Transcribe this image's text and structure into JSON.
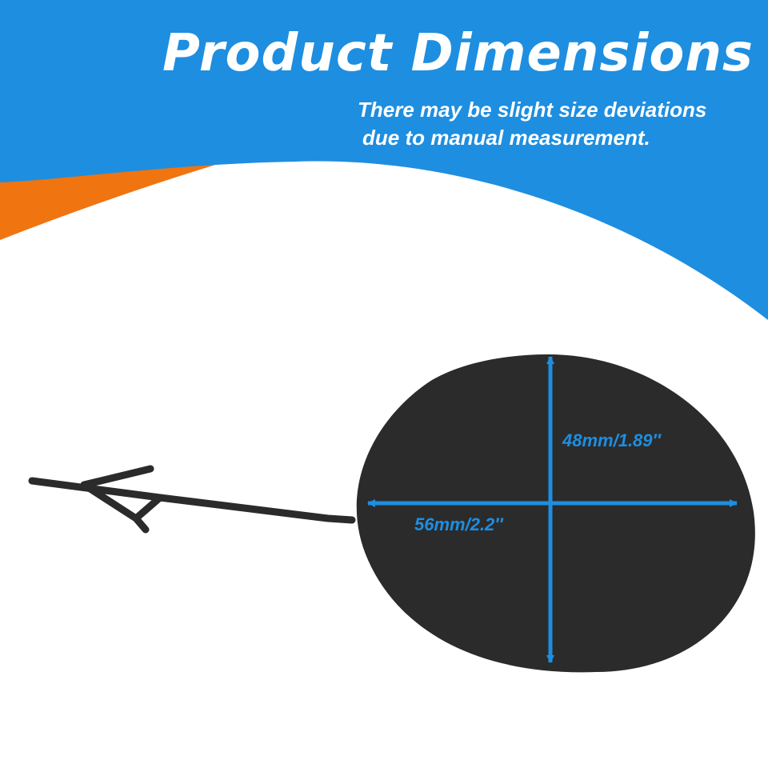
{
  "banner": {
    "title": "Product Dimensions",
    "subtitle_line1": "There may be slight size deviations",
    "subtitle_line2": "due to manual measurement."
  },
  "dimensions": {
    "height_label": "48mm/1.89″",
    "width_label": "56mm/2.2″"
  },
  "colors": {
    "banner_blue": "#1e8ee0",
    "accent_orange": "#f07410",
    "product_black": "#2b2b2b",
    "arrow_blue": "#1e8ee0"
  }
}
